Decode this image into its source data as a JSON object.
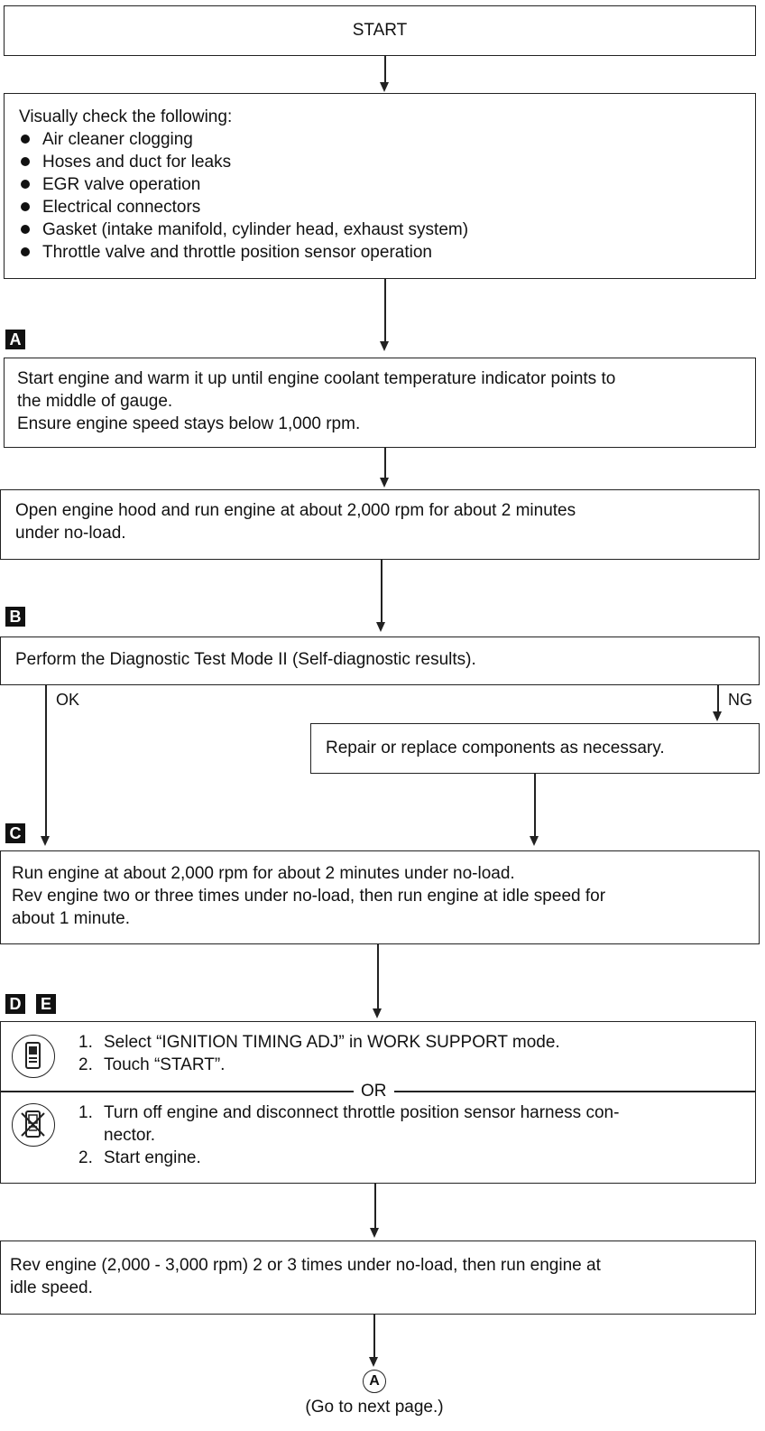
{
  "start": {
    "label": "START"
  },
  "visual_check": {
    "intro": "Visually check the following:",
    "items": [
      "Air cleaner clogging",
      "Hoses and duct for leaks",
      "EGR valve operation",
      "Electrical connectors",
      "Gasket (intake manifold, cylinder head, exhaust system)",
      "Throttle valve and throttle position sensor operation"
    ]
  },
  "badges": {
    "a": "A",
    "b": "B",
    "c": "C",
    "d": "D",
    "e": "E"
  },
  "step_a": {
    "line1": "Start engine and warm it up until engine coolant temperature indicator points to",
    "line2": "the middle of gauge.",
    "line3": "Ensure engine speed stays below 1,000 rpm."
  },
  "step_hood": {
    "line1": "Open engine hood and run engine at about 2,000 rpm for about 2 minutes",
    "line2": "under no-load."
  },
  "step_b": {
    "text": "Perform the Diagnostic Test Mode II (Self-diagnostic results)."
  },
  "branch": {
    "ok": "OK",
    "ng": "NG"
  },
  "repair": {
    "text": "Repair or replace components as necessary."
  },
  "step_c": {
    "line1": "Run engine at about 2,000 rpm for about 2 minutes under no-load.",
    "line2": "Rev engine two or three times under no-load, then run engine at idle speed for",
    "line3": "about 1 minute."
  },
  "step_de": {
    "consult": [
      {
        "num": "1.",
        "text": "Select “IGNITION TIMING ADJ” in WORK SUPPORT mode."
      },
      {
        "num": "2.",
        "text": "Touch “START”."
      }
    ],
    "or": "OR",
    "manual": [
      {
        "num": "1.",
        "text": "Turn off engine and disconnect throttle position sensor harness con-"
      },
      {
        "num": "",
        "text": "nector."
      },
      {
        "num": "2.",
        "text": "Start engine."
      }
    ]
  },
  "step_rev": {
    "line1": "Rev engine (2,000 - 3,000 rpm) 2 or 3 times under no-load, then run engine at",
    "line2": "idle speed."
  },
  "connector": {
    "symbol": "A",
    "note": "(Go to next page.)"
  }
}
